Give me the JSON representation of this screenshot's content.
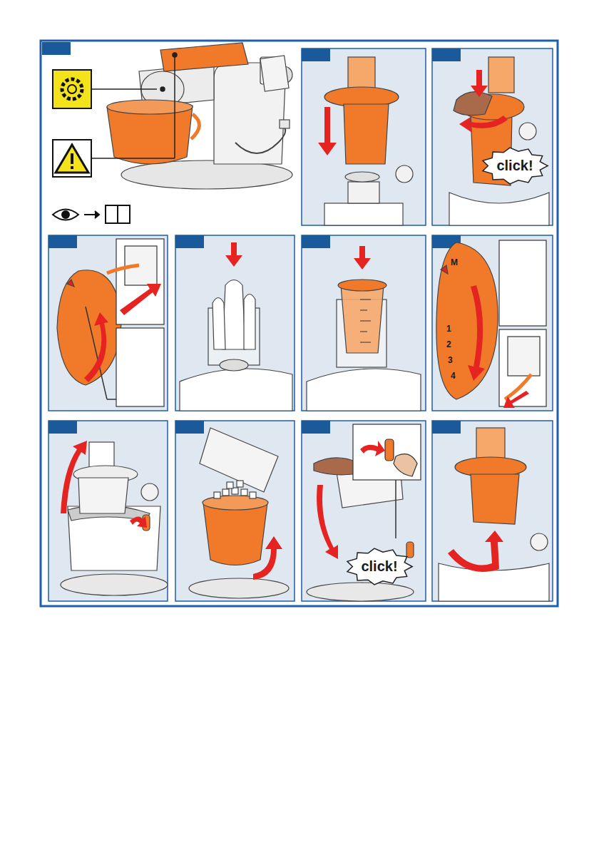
{
  "diagram": {
    "nodes": [
      {
        "text": [
          "click!"
        ]
      },
      {
        "text": [
          "click!"
        ]
      }
    ],
    "labels": [
      "M",
      "1",
      "2",
      "3",
      "4"
    ]
  }
}
